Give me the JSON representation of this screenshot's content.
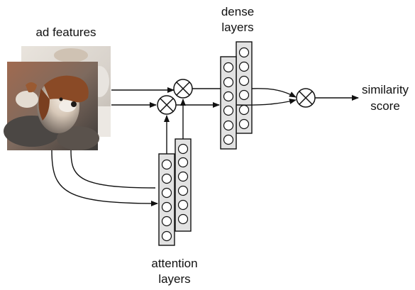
{
  "labels": {
    "ad_features": "ad features",
    "dense_line1": "dense",
    "dense_line2": "layers",
    "attention_line1": "attention",
    "attention_line2": "layers",
    "output_line1": "similarity",
    "output_line2": "score"
  },
  "images": {
    "front": "puppy-photo",
    "back": "dog-photo-faded"
  },
  "operators": {
    "symbol": "multiply-circle"
  },
  "colors": {
    "layer_fill": "#e2e2e2",
    "stroke": "#111111"
  }
}
